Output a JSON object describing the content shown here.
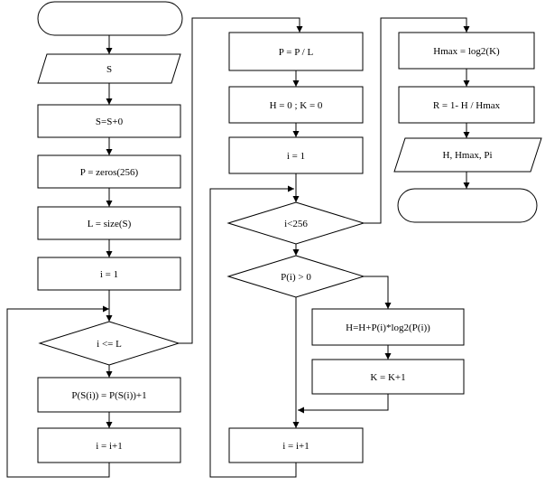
{
  "flowchart": {
    "col1": {
      "start": "",
      "input_s": "S",
      "s_assign": "S=S+0",
      "p_zeros": "P = zeros(256)",
      "l_size": "L = size(S)",
      "i_init": "i = 1",
      "cond_i_le_l": "i <= L",
      "p_increment": "P(S(i)) = P(S(i))+1",
      "i_increment": "i = i+1"
    },
    "col2": {
      "p_normalize": "P = P / L",
      "h_k_init": "H = 0 ; K = 0",
      "i_init": "i = 1",
      "cond_i_lt_256": "i<256",
      "cond_pi_gt_0": "P(i) > 0",
      "h_accumulate": "H=H+P(i)*log2(P(i))",
      "k_increment": "K = K+1",
      "i_increment": "i = i+1"
    },
    "col3": {
      "hmax": "Hmax = log2(K)",
      "r_calc": "R = 1- H / Hmax",
      "output": "H, Hmax, Pi",
      "end": ""
    }
  }
}
